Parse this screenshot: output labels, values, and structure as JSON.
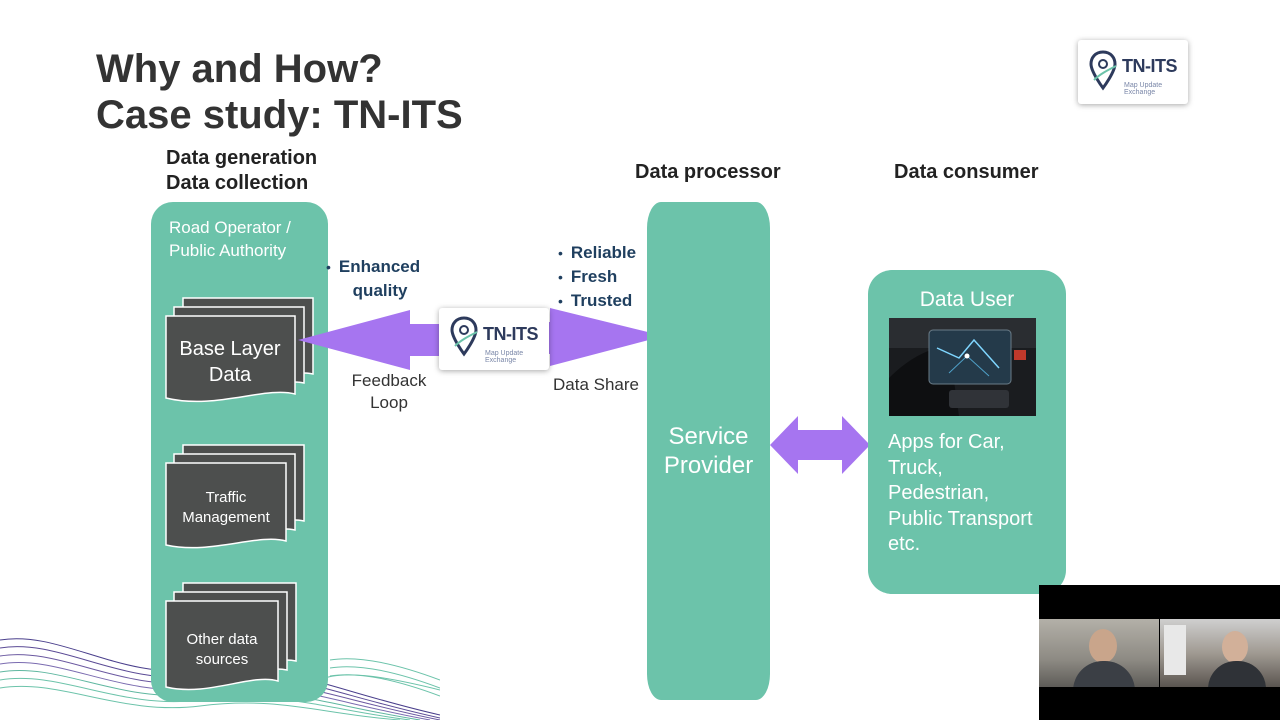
{
  "slide": {
    "title_line1": "Why and How?",
    "title_line2": "Case study: TN-ITS",
    "headers": {
      "generation_line1": "Data generation",
      "generation_line2": "Data collection",
      "processor": "Data processor",
      "consumer": "Data consumer"
    },
    "left_column": {
      "title_line1": "Road Operator /",
      "title_line2": "Public Authority",
      "docs": [
        {
          "line1": "Base Layer",
          "line2": "Data"
        },
        {
          "line1": "Traffic",
          "line2": "Management"
        },
        {
          "line1": "Other data",
          "line2": "sources"
        }
      ]
    },
    "feedback": {
      "bullet": "Enhanced",
      "bullet_line2": "quality",
      "label_line1": "Feedback",
      "label_line2": "Loop"
    },
    "share": {
      "bullets": [
        "Reliable",
        "Fresh",
        "Trusted"
      ],
      "label": "Data Share"
    },
    "processor": {
      "line1": "Service",
      "line2": "Provider"
    },
    "consumer": {
      "title": "Data User",
      "apps": [
        "Apps for Car,",
        "Truck,",
        "Pedestrian,",
        "Public Transport",
        "etc."
      ]
    },
    "logo": {
      "name": "TN-ITS",
      "tagline": "Map Update Exchange"
    },
    "colors": {
      "teal": "#6cc3aa",
      "dark_doc": "#4d4f4e",
      "arrow": "#a675f0",
      "bullet_text": "#1f3f5f"
    }
  }
}
